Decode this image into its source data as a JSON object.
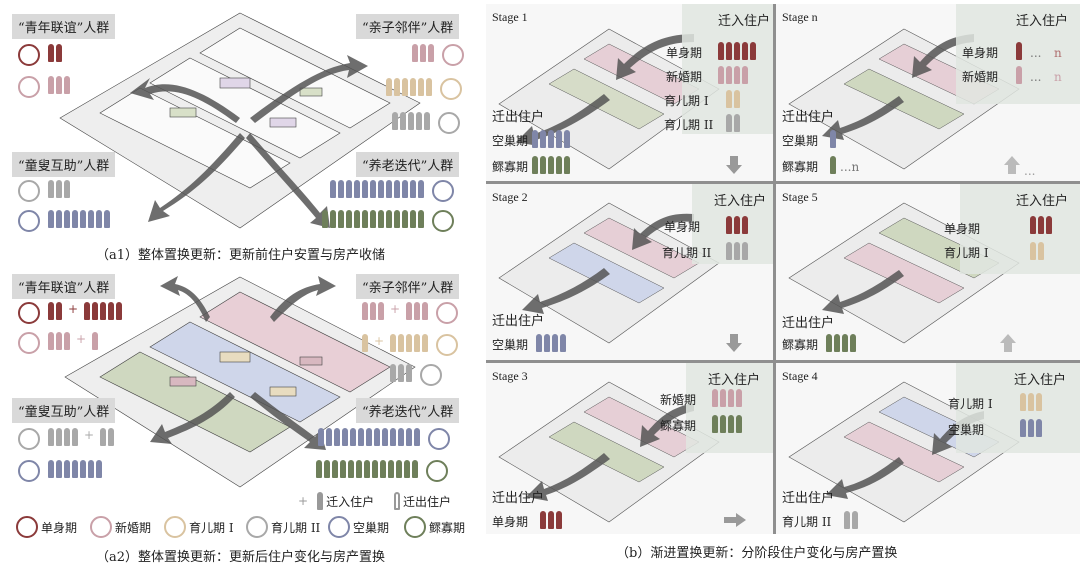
{
  "left": {
    "a1": {
      "labels": {
        "youth": "“青年联谊”人群",
        "parent": "“亲子邻伴”人群",
        "child": "“童叟互助”人群",
        "elder": "“养老迭代”人群"
      },
      "caption": "（a1）整体置换更新：更新前住户安置与房产收储"
    },
    "a2": {
      "labels": {
        "youth": "“青年联谊”人群",
        "parent": "“亲子邻伴”人群",
        "child": "“童叟互助”人群",
        "elder": "“养老迭代”人群"
      },
      "caption": "（a2）整体置换更新：更新后住户变化与房产置换"
    },
    "legend": {
      "move_in": "迁入住户",
      "move_out": "迁出住户",
      "plus": "+",
      "single": "单身期",
      "newlywed": "新婚期",
      "parenting1": "育儿期 I",
      "parenting2": "育儿期 II",
      "empty_nest": "空巢期",
      "widowed": "鳏寡期"
    }
  },
  "right": {
    "caption": "（b）渐进置换更新：分阶段住户变化与房产置换",
    "stages": {
      "s1": {
        "title": "Stage 1",
        "in": "迁入住户",
        "out": "迁出住户",
        "rows_in": [
          "单身期",
          "新婚期",
          "育儿期 I",
          "育儿期 II"
        ],
        "rows_out": [
          "空巢期",
          "鳏寡期"
        ]
      },
      "sn": {
        "title": "Stage n",
        "in": "迁入住户",
        "out": "迁出住户",
        "rows_in": [
          "单身期",
          "新婚期"
        ],
        "rows_out": [
          "空巢期",
          "鳏寡期"
        ],
        "n": "n",
        "dots": "...",
        "dotsn": "...n"
      },
      "s2": {
        "title": "Stage 2",
        "in": "迁入住户",
        "out": "迁出住户",
        "rows_in": [
          "单身期",
          "育儿期 II"
        ],
        "rows_out": [
          "空巢期"
        ]
      },
      "s5": {
        "title": "Stage 5",
        "in": "迁入住户",
        "out": "迁出住户",
        "rows_in": [
          "单身期",
          "育儿期 I"
        ],
        "rows_out": [
          "鳏寡期"
        ]
      },
      "s3": {
        "title": "Stage 3",
        "in": "迁入住户",
        "out": "迁出住户",
        "rows_in": [
          "新婚期",
          "鳏寡期"
        ],
        "rows_out": [
          "单身期"
        ]
      },
      "s4": {
        "title": "Stage 4",
        "in": "迁入住户",
        "out": "迁出住户",
        "rows_in": [
          "育儿期 I",
          "空巢期"
        ],
        "rows_out": [
          "育儿期 II"
        ]
      }
    }
  },
  "colors": {
    "single": "#8b3a3a",
    "newlywed": "#c9a0a8",
    "parenting1": "#d9c3a0",
    "parenting2": "#a8a8a8",
    "empty_nest": "#7f86a8",
    "widowed": "#6e7f5a",
    "label_bg": "#d9d9d9",
    "divider": "#8f8f8f"
  }
}
